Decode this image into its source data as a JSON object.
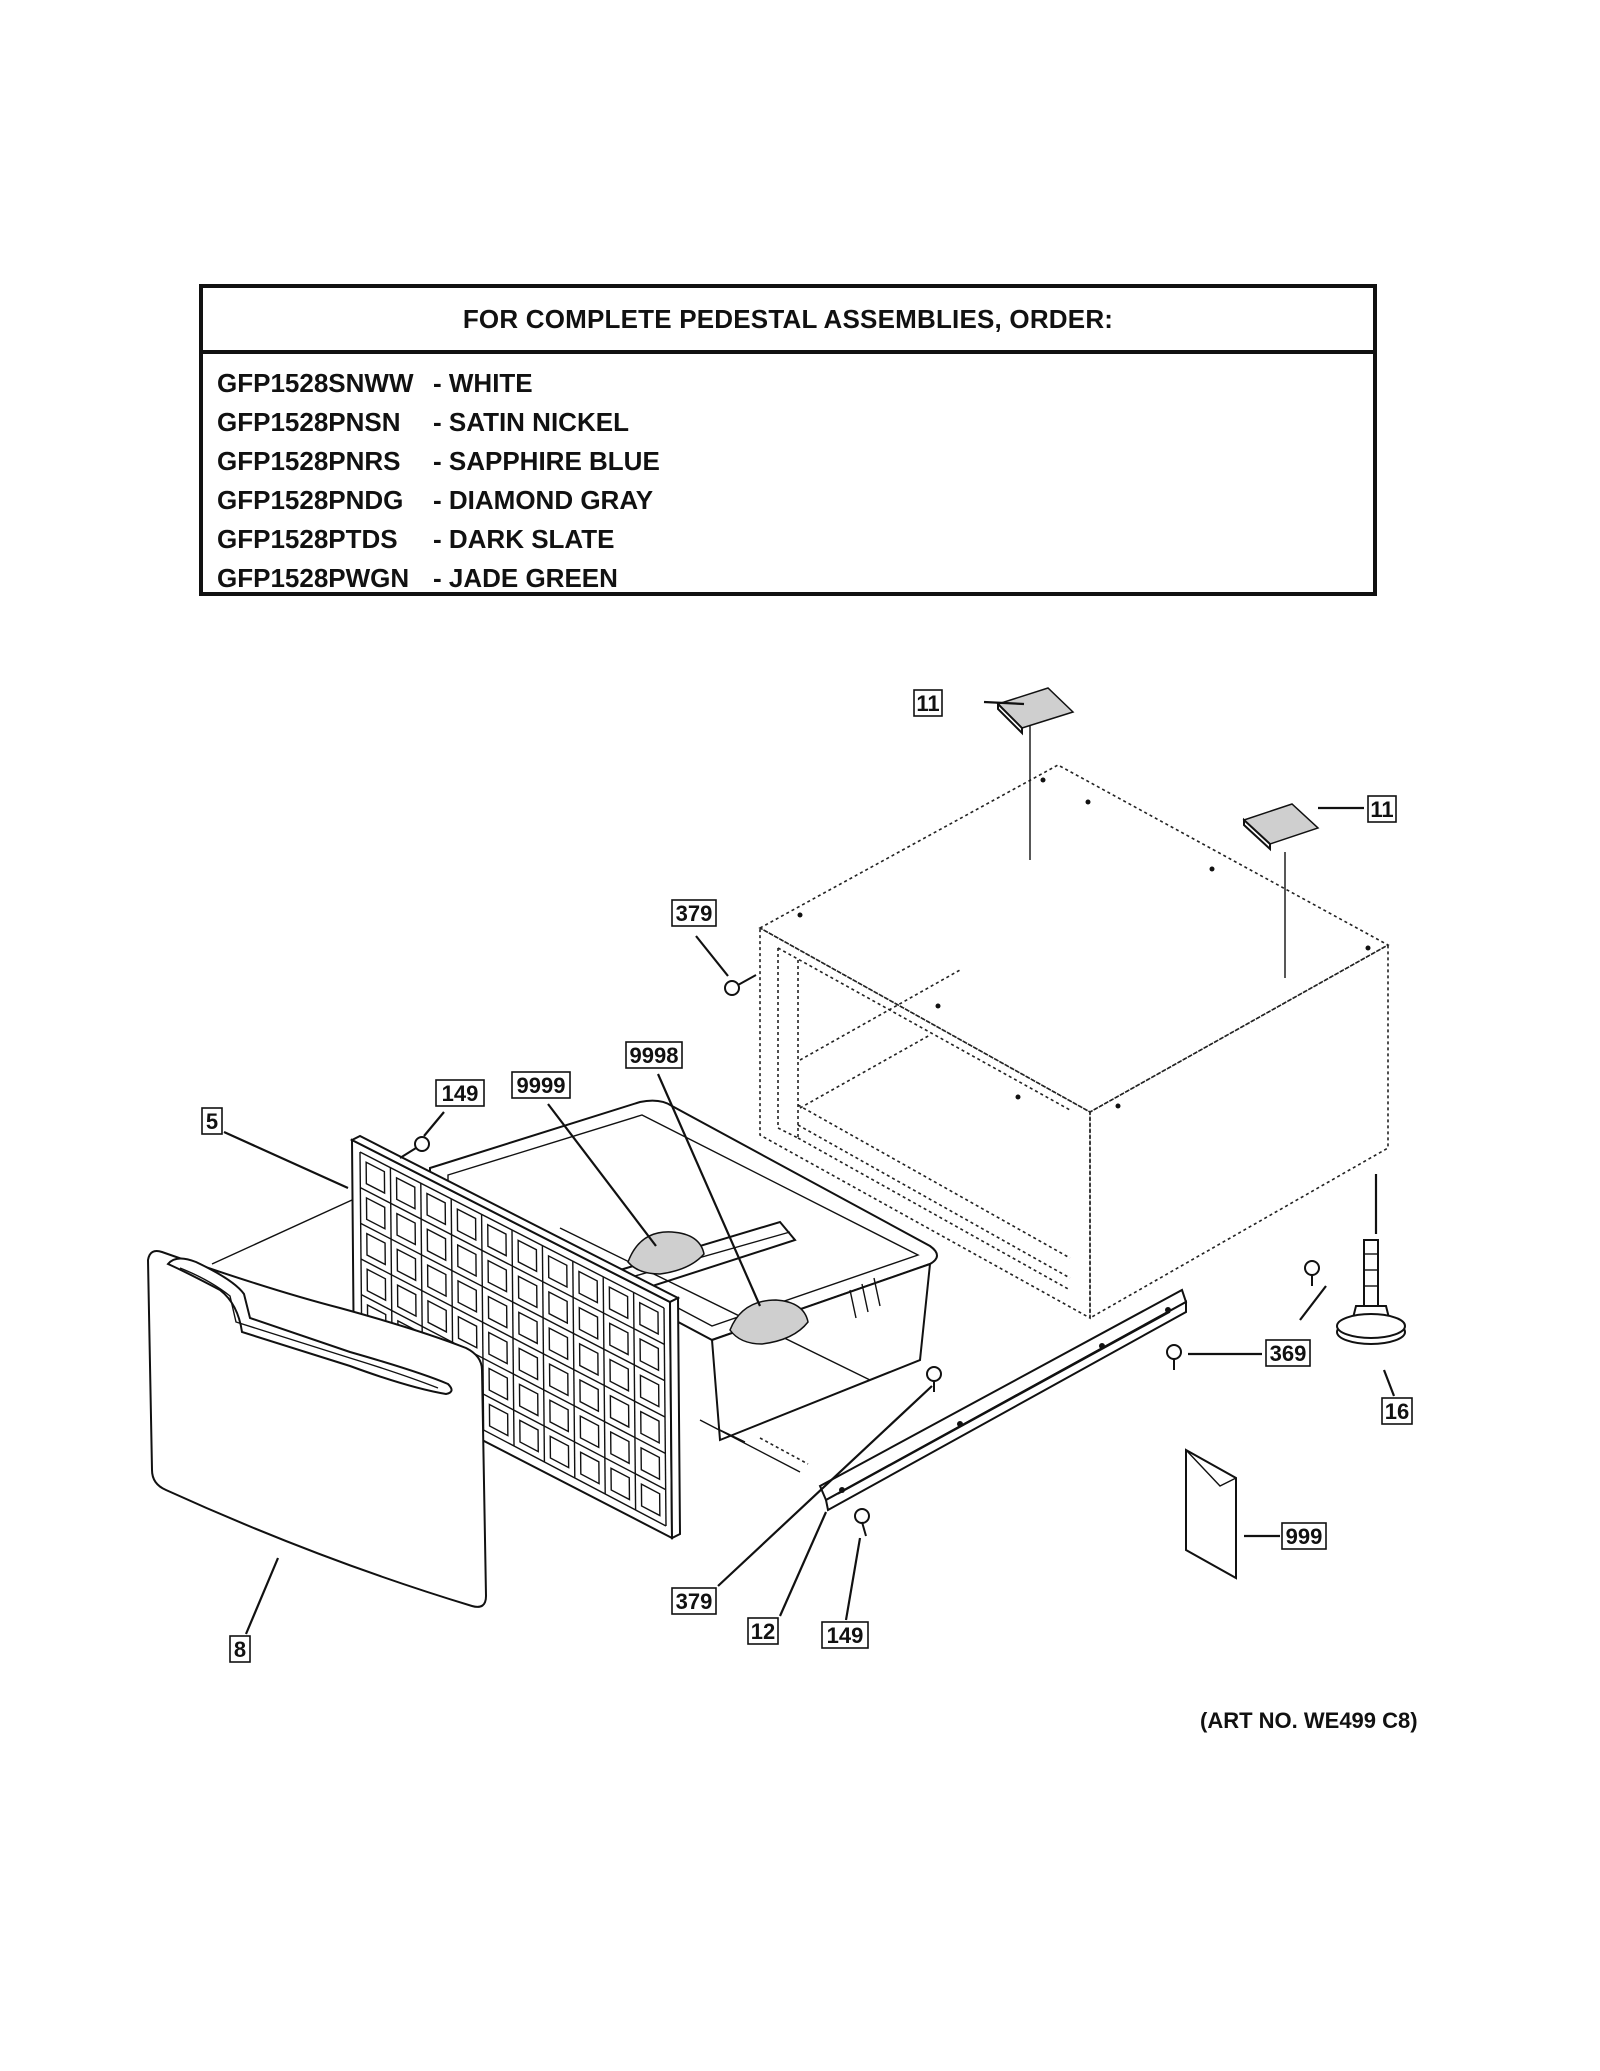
{
  "order_table": {
    "header": "FOR COMPLETE PEDESTAL ASSEMBLIES, ORDER:",
    "rows": [
      {
        "model": "GFP1528SNWW",
        "color": "- WHITE"
      },
      {
        "model": "GFP1528PNSN",
        "color": "- SATIN NICKEL"
      },
      {
        "model": "GFP1528PNRS",
        "color": "- SAPPHIRE BLUE"
      },
      {
        "model": "GFP1528PNDG",
        "color": "- DIAMOND GRAY"
      },
      {
        "model": "GFP1528PTDS",
        "color": "- DARK SLATE"
      },
      {
        "model": "GFP1528PWGN",
        "color": "- JADE GREEN"
      }
    ]
  },
  "callouts": {
    "c11a": "11",
    "c11b": "11",
    "c379a": "379",
    "c9998": "9998",
    "c9999": "9999",
    "c149a": "149",
    "c5": "5",
    "c369": "369",
    "c16": "16",
    "c999": "999",
    "c379b": "379",
    "c12": "12",
    "c149b": "149",
    "c8": "8"
  },
  "art_no": "(ART NO. WE499 C8)"
}
